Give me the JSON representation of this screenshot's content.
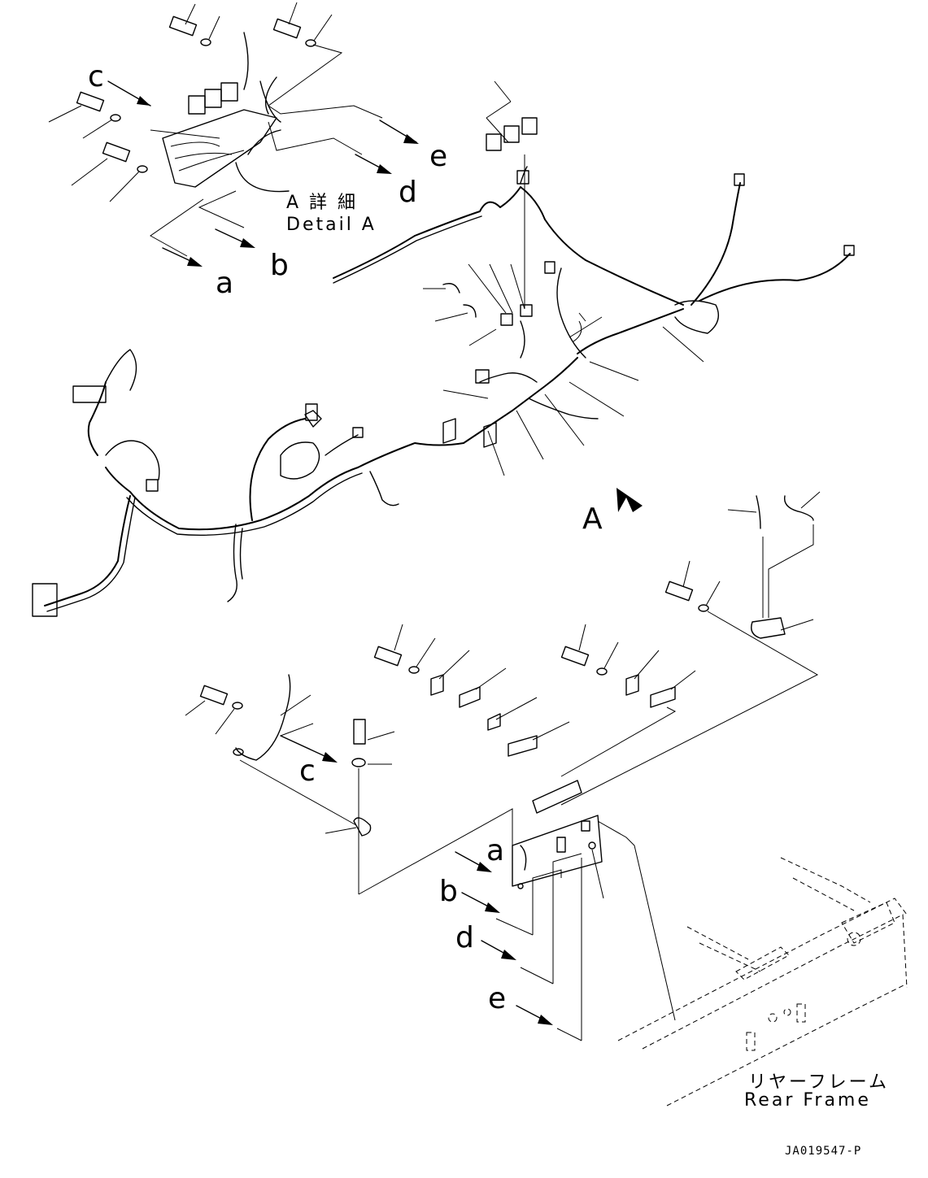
{
  "detail_view": {
    "title_ja": "A 詳 細",
    "title_en": "Detail A"
  },
  "view_marker": "A",
  "connection_letters": {
    "top": [
      "c",
      "e",
      "d",
      "b",
      "a"
    ],
    "bottom": [
      "c",
      "a",
      "b",
      "d",
      "e"
    ]
  },
  "frame_label": {
    "ja": "リヤーフレーム",
    "en": "Rear Frame"
  },
  "drawing_number": "JA019547-P"
}
